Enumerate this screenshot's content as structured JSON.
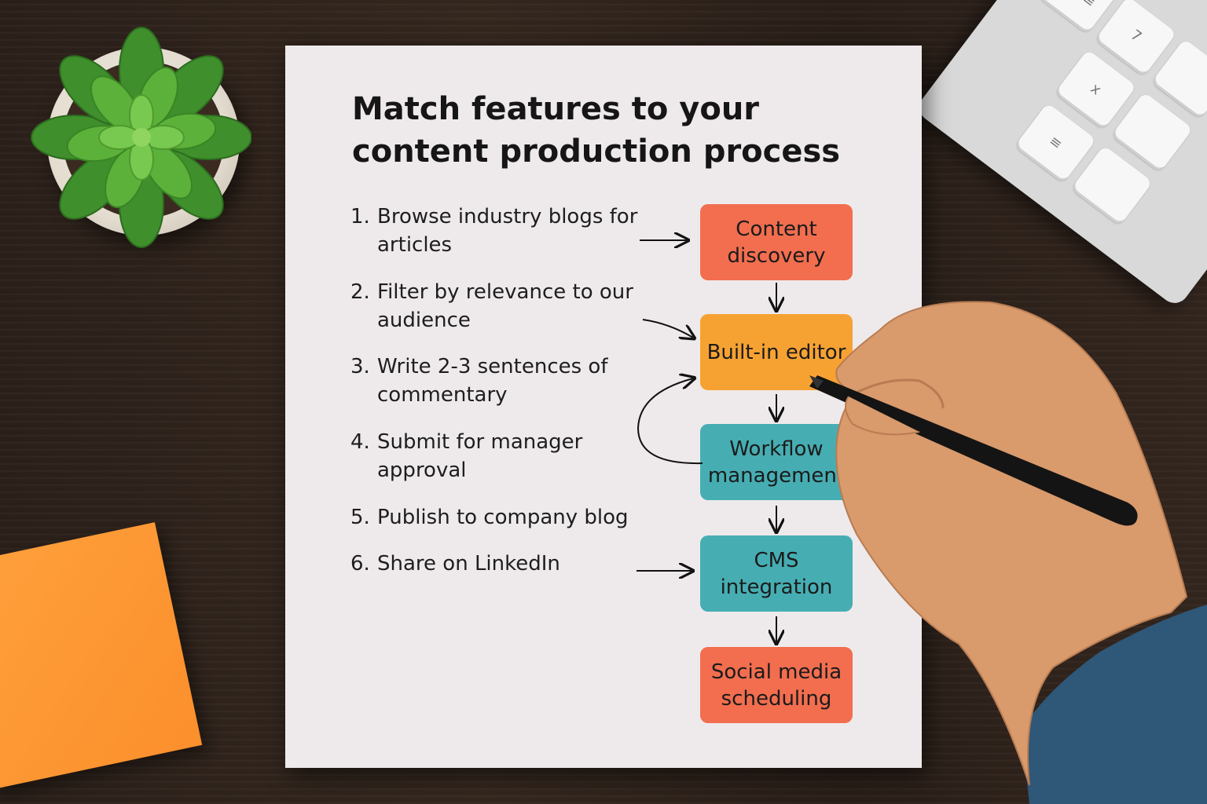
{
  "title": "Match features to your\ncontent production process",
  "steps": [
    {
      "num": "1.",
      "text": "Browse industry blogs for articles"
    },
    {
      "num": "2.",
      "text": "Filter by relevance to our audience"
    },
    {
      "num": "3.",
      "text": "Write 2-3 sentences of commentary"
    },
    {
      "num": "4.",
      "text": "Submit for manager approval"
    },
    {
      "num": "5.",
      "text": "Publish to company blog"
    },
    {
      "num": "6.",
      "text": "Share on LinkedIn"
    }
  ],
  "features": [
    {
      "label": "Content discovery",
      "color": "#f26e4f"
    },
    {
      "label": "Built-in editor",
      "color": "#f6a233"
    },
    {
      "label": "Workflow management",
      "color": "#46aeb3"
    },
    {
      "label": "CMS integration",
      "color": "#46aeb3"
    },
    {
      "label": "Social media scheduling",
      "color": "#f26e4f"
    }
  ],
  "keyboard_keys": [
    "7",
    "x",
    "≡",
    "≡≡≡"
  ],
  "icons": [
    "succulent-plant",
    "sticky-note",
    "keyboard",
    "hand-with-pen"
  ]
}
